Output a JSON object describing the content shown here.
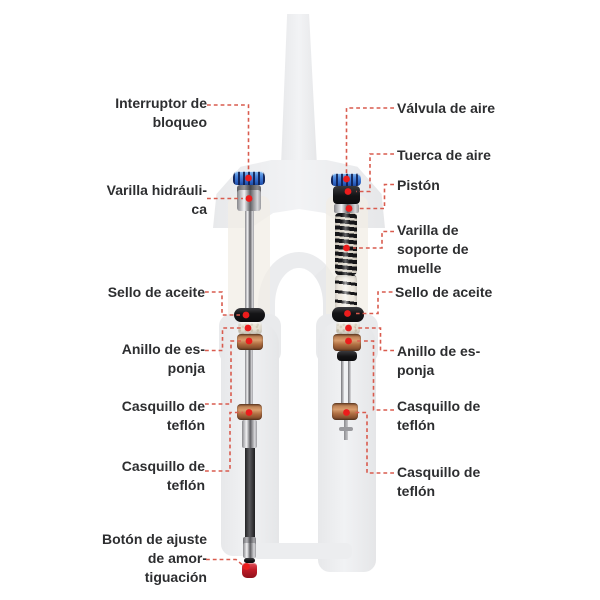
{
  "diagram": {
    "subject": "suspension-fork-cutaway",
    "language": "es"
  },
  "labels": {
    "left": [
      {
        "name": "interruptor-de-bloqueo",
        "lines": [
          "Interruptor de",
          "bloqueo"
        ]
      },
      {
        "name": "varilla-hidraulica",
        "lines": [
          "Varilla hidráuli-",
          "ca"
        ]
      },
      {
        "name": "sello-de-aceite-izquierdo",
        "lines": [
          "Sello de aceite"
        ]
      },
      {
        "name": "anillo-de-esponja-izquierdo",
        "lines": [
          "Anillo de es-",
          "ponja"
        ]
      },
      {
        "name": "casquillo-de-teflon-izquierdo-superior",
        "lines": [
          "Casquillo de",
          "teflón"
        ]
      },
      {
        "name": "casquillo-de-teflon-izquierdo-inferior",
        "lines": [
          "Casquillo de",
          "teflón"
        ]
      },
      {
        "name": "boton-de-ajuste-de-amortiguacion",
        "lines": [
          "Botón de ajuste",
          "de amor-",
          "tiguación"
        ]
      }
    ],
    "right": [
      {
        "name": "valvula-de-aire",
        "lines": [
          "Válvula de aire"
        ]
      },
      {
        "name": "tuerca-de-aire",
        "lines": [
          "Tuerca de aire"
        ]
      },
      {
        "name": "piston",
        "lines": [
          "Pistón"
        ]
      },
      {
        "name": "varilla-de-soporte-de-muelle",
        "lines": [
          "Varilla de",
          "soporte de",
          "muelle"
        ]
      },
      {
        "name": "sello-de-aceite-derecho",
        "lines": [
          "Sello de aceite"
        ]
      },
      {
        "name": "anillo-de-esponja-derecho",
        "lines": [
          "Anillo de es-",
          "ponja"
        ]
      },
      {
        "name": "casquillo-de-teflon-derecho-superior",
        "lines": [
          "Casquillo de",
          "teflón"
        ]
      },
      {
        "name": "casquillo-de-teflon-derecho-inferior",
        "lines": [
          "Casquillo de",
          "teflón"
        ]
      }
    ]
  },
  "parts": [
    "lockout-dial-blue-cap",
    "hydraulic-rod",
    "air-valve-blue-cap",
    "air-nut",
    "piston",
    "coil-spring",
    "oil-seal",
    "foam-ring",
    "teflon-bushing",
    "rebound-adjuster-knob",
    "ghost-steerer-tube",
    "ghost-crown",
    "ghost-arch",
    "ghost-lower-legs"
  ],
  "colors": {
    "background": "#ffffff",
    "label_text": "#2d2e30",
    "leader_line": "#d95b4e",
    "marker_dot": "#ec1c1c",
    "cap_blue": "#3a76d0",
    "copper_ring": "#b5714a",
    "oil_seal_black": "#151517",
    "sponge": "#e7e1d3",
    "chrome": "#d8d8db",
    "red_knob": "#c01b27",
    "ghost_gray": "#ebecee"
  }
}
